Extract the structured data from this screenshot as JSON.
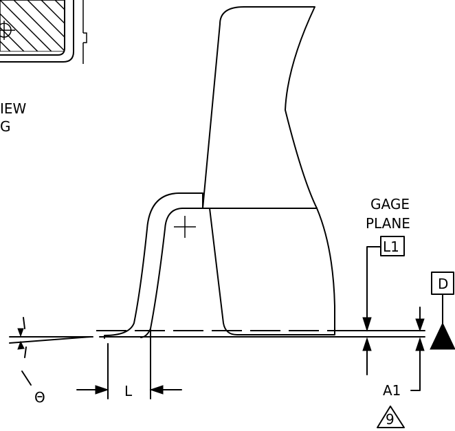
{
  "view_label": {
    "line1": "IEW",
    "line2": "G"
  },
  "gage_plane_label": {
    "line1": "GAGE",
    "line2": "PLANE"
  },
  "dimensions": {
    "l1": "L1",
    "l": "L",
    "a1": "A1",
    "theta": "Θ"
  },
  "datum": "D",
  "note_flag": "9"
}
